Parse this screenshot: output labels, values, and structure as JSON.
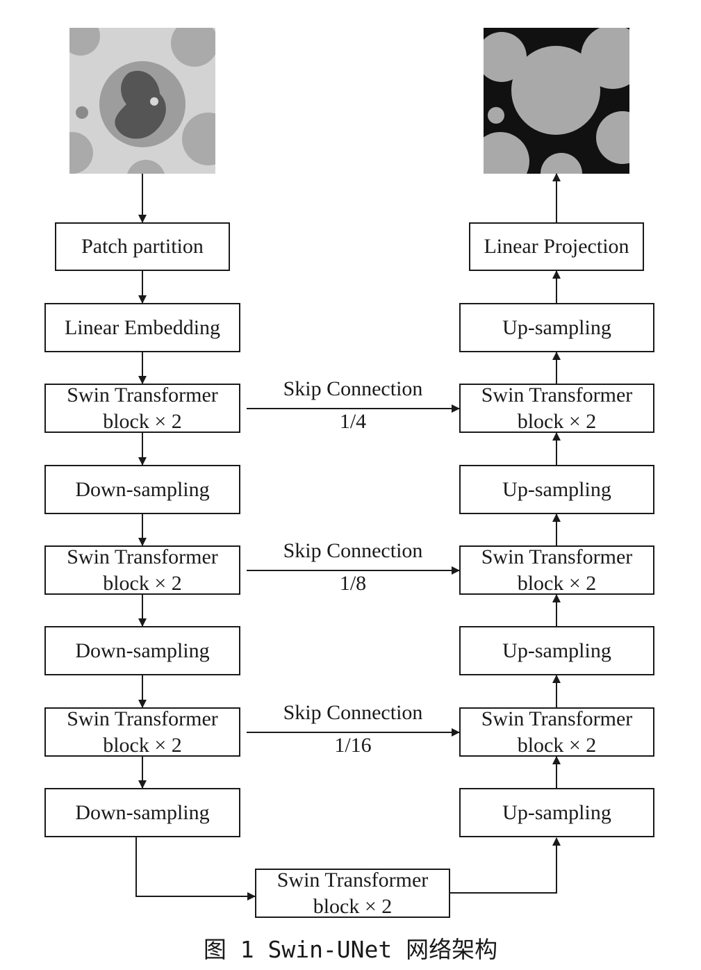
{
  "encoder": {
    "patch_partition": "Patch partition",
    "linear_embedding": "Linear Embedding",
    "stage1": {
      "l1": "Swin Transformer",
      "l2": "block × 2"
    },
    "down1": "Down-sampling",
    "stage2": {
      "l1": "Swin Transformer",
      "l2": "block × 2"
    },
    "down2": "Down-sampling",
    "stage3": {
      "l1": "Swin Transformer",
      "l2": "block × 2"
    },
    "down3": "Down-sampling"
  },
  "bottleneck": {
    "l1": "Swin Transformer",
    "l2": "block × 2"
  },
  "decoder": {
    "up1": "Up-sampling",
    "stage3": {
      "l1": "Swin Transformer",
      "l2": "block × 2"
    },
    "up2": "Up-sampling",
    "stage2": {
      "l1": "Swin Transformer",
      "l2": "block × 2"
    },
    "up3": "Up-sampling",
    "stage1": {
      "l1": "Swin Transformer",
      "l2": "block × 2"
    },
    "up4": "Up-sampling",
    "linear_projection": "Linear Projection"
  },
  "skips": [
    {
      "label": "Skip Connection",
      "scale": "1/4"
    },
    {
      "label": "Skip Connection",
      "scale": "1/8"
    },
    {
      "label": "Skip Connection",
      "scale": "1/16"
    }
  ],
  "caption": "图 1   Swin-UNet 网络架构",
  "colors": {
    "stroke": "#1a1a1a",
    "input_background": "#d3d3d3",
    "cell": "#a9a9a9",
    "nucleus": "#5a5a5a",
    "mask_background": "#111111",
    "mask_foreground": "#a9a9a9"
  }
}
